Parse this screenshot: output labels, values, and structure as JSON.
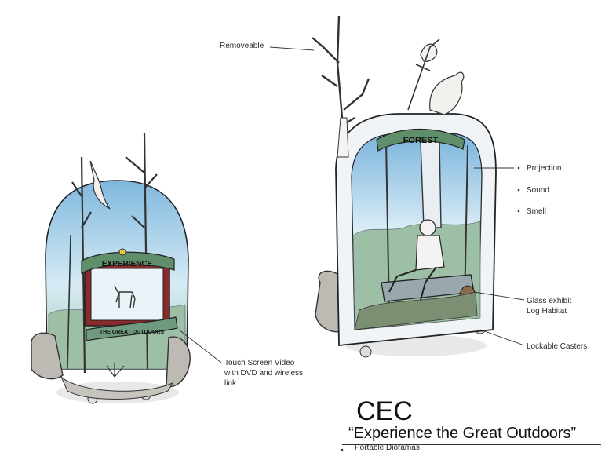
{
  "labels": {
    "removeable": "Removeable",
    "projection": "Projection",
    "sound": "Sound",
    "smell": "Smell",
    "glass_line1": "Glass exhibit",
    "glass_line2": "Log Habitat",
    "casters": "Lockable Casters",
    "touch_line1": "Touch Screen Video",
    "touch_line2": "with DVD and wireless",
    "touch_line3": "link"
  },
  "signs": {
    "left_banner": "EXPERIENCE",
    "left_bottom": "THE GREAT OUTDOORS",
    "right_banner": "FOREST"
  },
  "title": {
    "main": "CEC",
    "subtitle": "“Experience the Great Outdoors”",
    "tagline": "Portable Dioramas"
  },
  "colors": {
    "sky": "#9cc9e6",
    "sky_light": "#d8ecf7",
    "foliage": "#9dbfa5",
    "foliage_dark": "#6f9a80",
    "rock": "#b9b6b0",
    "sign": "#5f8f6a",
    "ink": "#222222"
  },
  "icons": [
    "tree-icon",
    "bird-icon",
    "deer-icon",
    "hiker-icon",
    "caster-icon"
  ]
}
